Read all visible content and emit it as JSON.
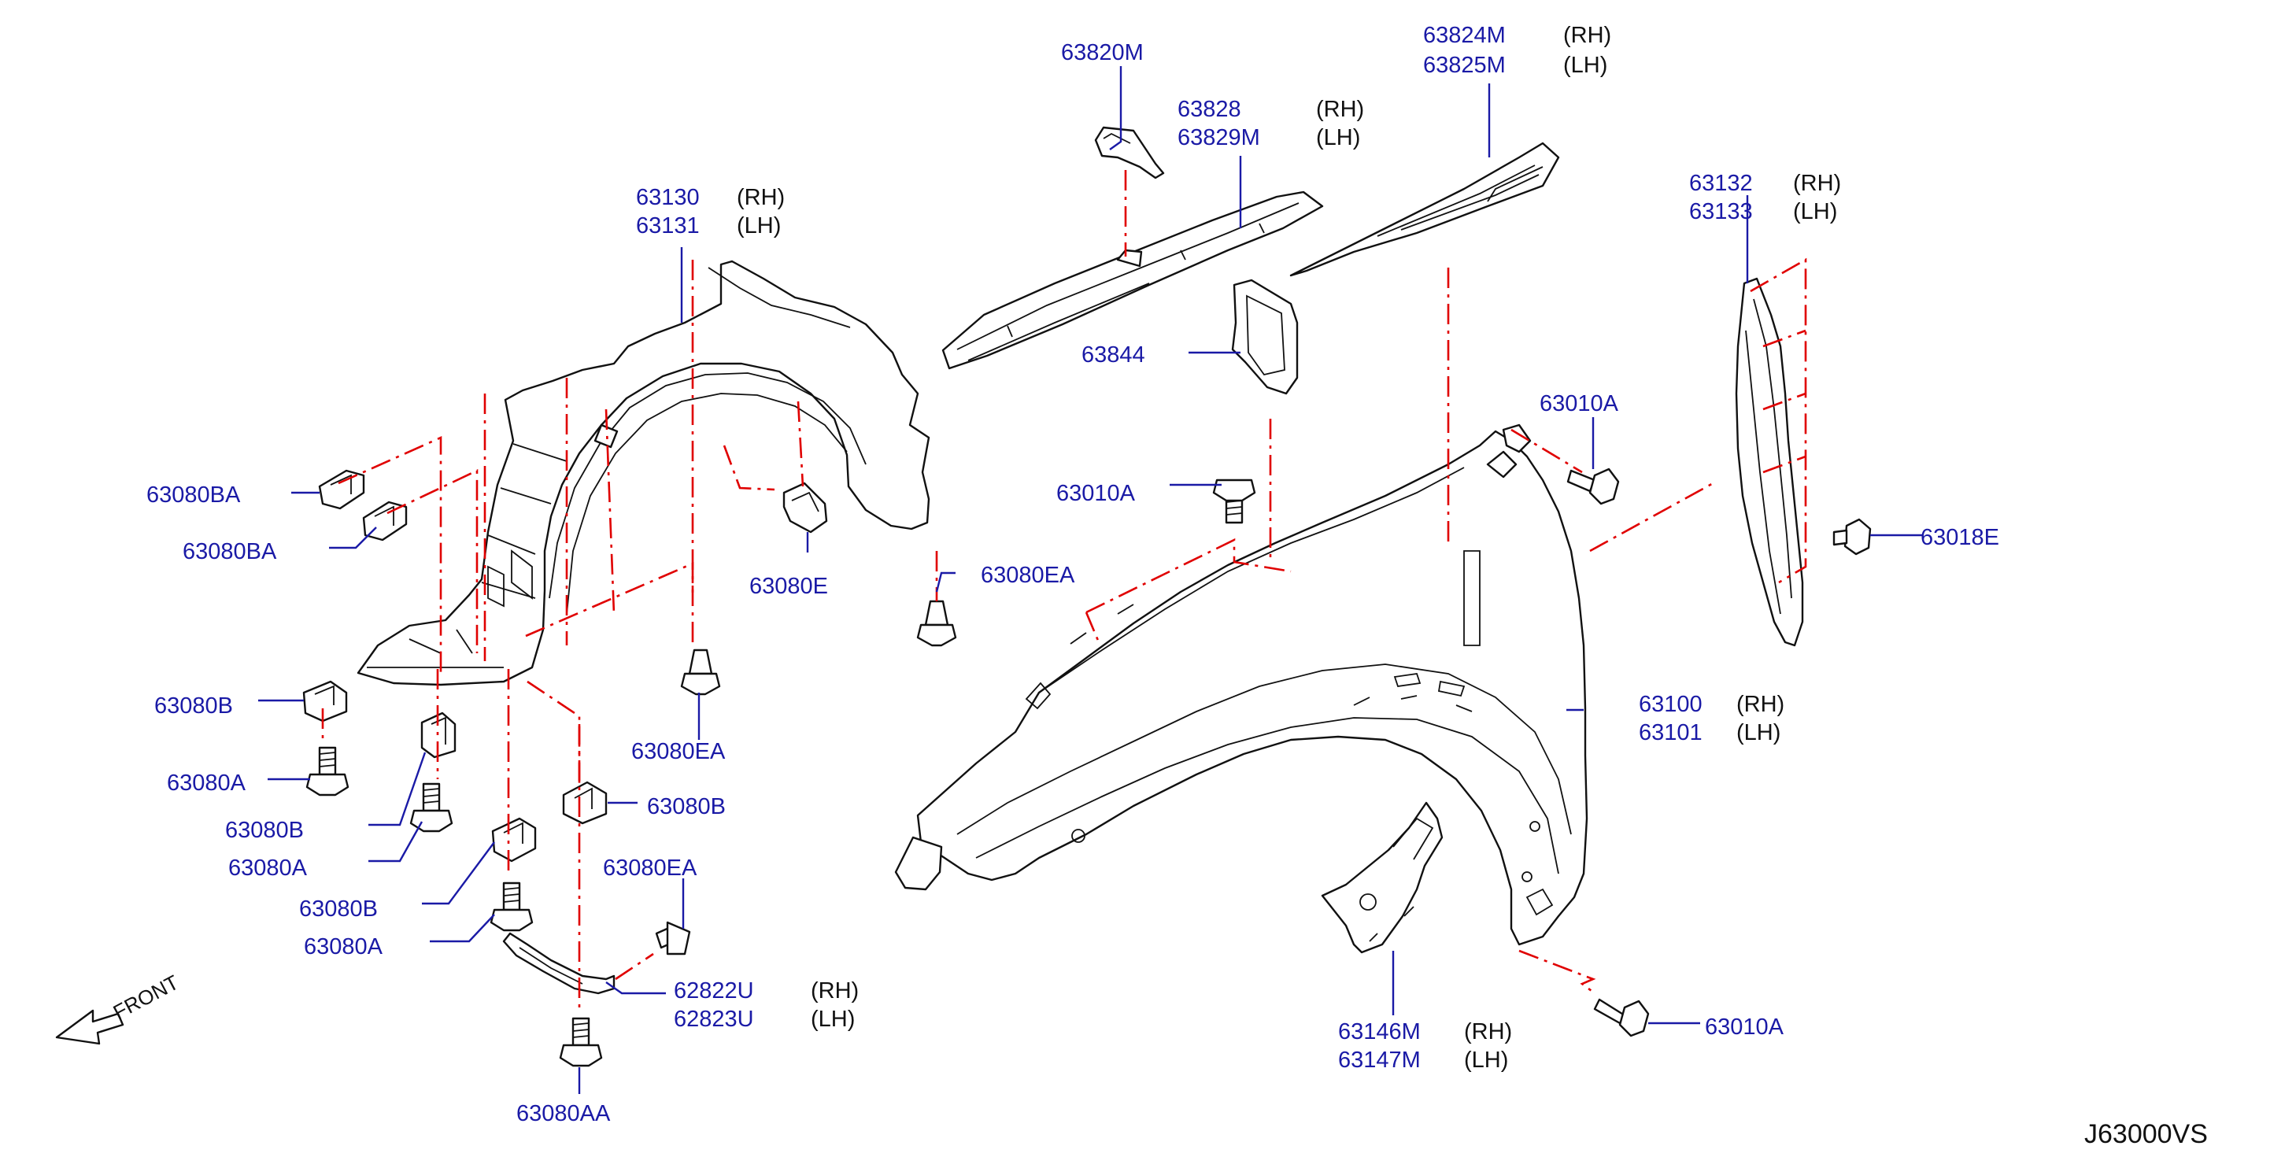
{
  "diagram_code": "J63000VS",
  "front_label": "FRONT",
  "callouts": {
    "c63820M": {
      "part": "63820M"
    },
    "c63828": {
      "part": "63828",
      "part2": "63829M",
      "side": "(RH)",
      "side2": "(LH)"
    },
    "c63824M": {
      "part": "63824M",
      "part2": "63825M",
      "side": "(RH)",
      "side2": "(LH)"
    },
    "c63132": {
      "part": "63132",
      "part2": "63133",
      "side": "(RH)",
      "side2": "(LH)"
    },
    "c63130": {
      "part": "63130",
      "part2": "63131",
      "side": "(RH)",
      "side2": "(LH)"
    },
    "c63844": {
      "part": "63844"
    },
    "c63010A_top": {
      "part": "63010A"
    },
    "c63010A_mid": {
      "part": "63010A"
    },
    "c63018E": {
      "part": "63018E"
    },
    "c63080BA_1": {
      "part": "63080BA"
    },
    "c63080BA_2": {
      "part": "63080BA"
    },
    "c63080E": {
      "part": "63080E"
    },
    "c63080EA_1": {
      "part": "63080EA"
    },
    "c63080EA_2": {
      "part": "63080EA"
    },
    "c63080EA_3": {
      "part": "63080EA"
    },
    "c63080B_1": {
      "part": "63080B"
    },
    "c63080A_1": {
      "part": "63080A"
    },
    "c63080B_2": {
      "part": "63080B"
    },
    "c63080A_2": {
      "part": "63080A"
    },
    "c63080B_3": {
      "part": "63080B"
    },
    "c63080A_3": {
      "part": "63080A"
    },
    "c63080B_4": {
      "part": "63080B"
    },
    "c63100": {
      "part": "63100",
      "part2": "63101",
      "side": "(RH)",
      "side2": "(LH)"
    },
    "c62822U": {
      "part": "62822U",
      "part2": "62823U",
      "side": "(RH)",
      "side2": "(LH)"
    },
    "c63146M": {
      "part": "63146M",
      "part2": "63147M",
      "side": "(RH)",
      "side2": "(LH)"
    },
    "c63010A_bot": {
      "part": "63010A"
    },
    "c63080AA": {
      "part": "63080AA"
    }
  }
}
